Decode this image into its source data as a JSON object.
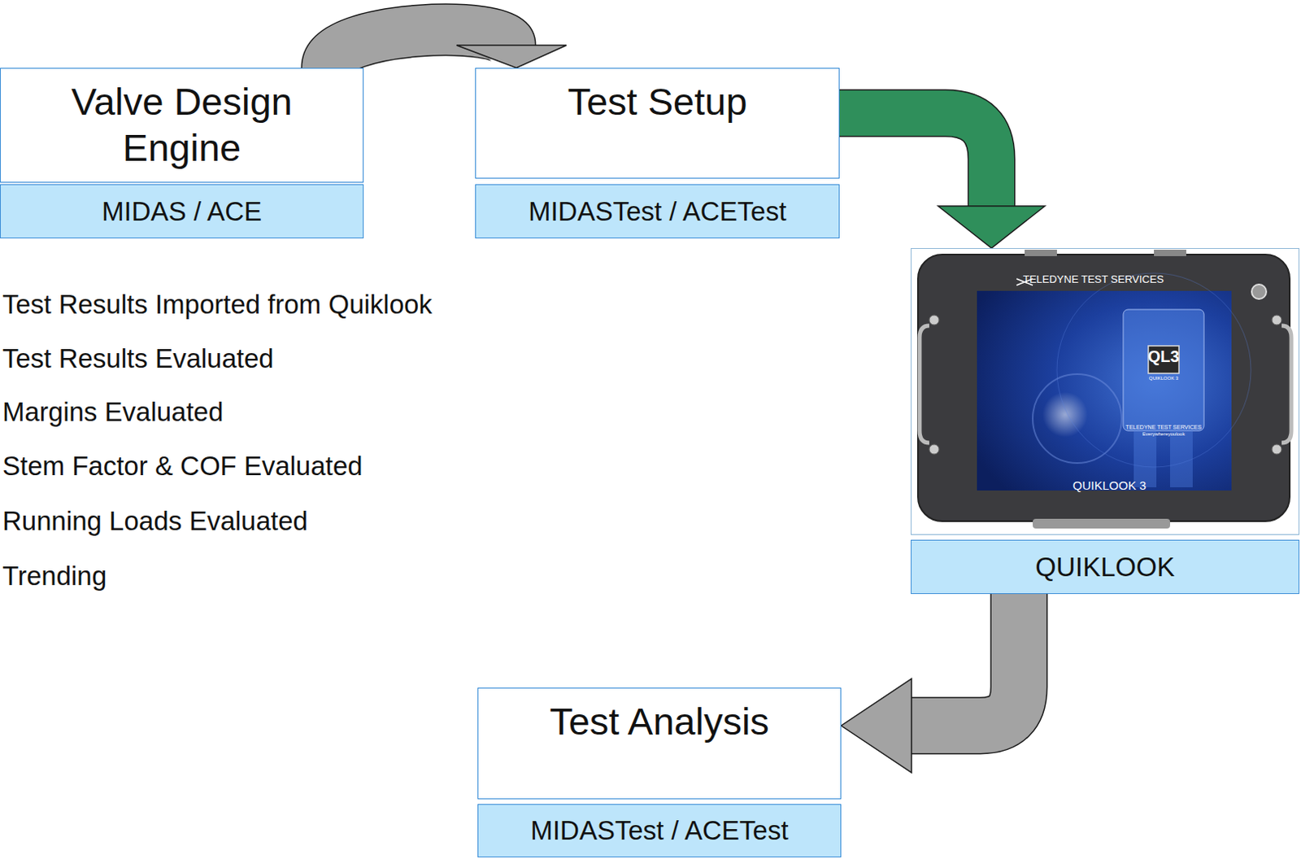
{
  "diagram": {
    "nodes": [
      {
        "text": [
          "Valve Design Engine"
        ]
      },
      {
        "text": [
          "MIDAS / ACE"
        ]
      },
      {
        "text": [
          "Test Setup"
        ]
      },
      {
        "text": [
          "MIDASTest / ACETest"
        ]
      },
      {
        "text": [
          "TELEDYNE TEST SERVICES",
          "QL3",
          "QUIKLOOK 3"
        ]
      },
      {
        "text": [
          "QUIKLOOK"
        ]
      },
      {
        "text": [
          "Test Analysis"
        ]
      },
      {
        "text": [
          "MIDASTest / ACETest"
        ]
      }
    ],
    "edges": [
      {
        "from": 0,
        "to": 2,
        "arrow": "to"
      },
      {
        "from": 2,
        "to": 4,
        "arrow": "to"
      },
      {
        "from": 5,
        "to": 6,
        "arrow": "to"
      }
    ],
    "labels": [
      "Test Results Imported from Quiklook",
      "Test Results Evaluated",
      "Margins Evaluated",
      "Stem Factor & COF Evaluated",
      "Running Loads Evaluated",
      "Trending",
      "QUIKLOOK 3",
      "TELEDYNE TEST SERVICES",
      "Everywhereyoulook"
    ]
  }
}
